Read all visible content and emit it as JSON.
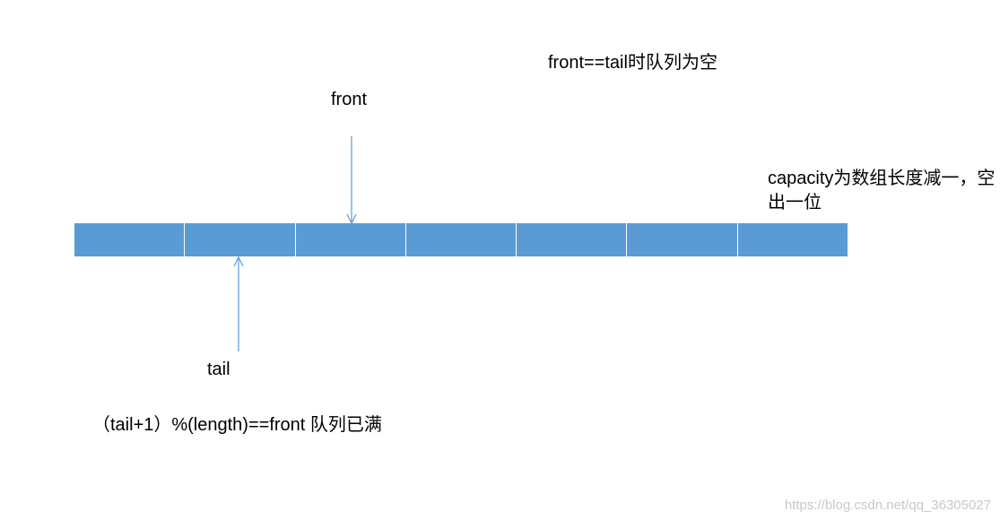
{
  "labels": {
    "empty_condition": "front==tail时队列为空",
    "front": "front",
    "tail": "tail",
    "capacity_note": "capacity为数组长度减一，空出一位",
    "full_condition": "（tail+1）%(length)==front 队列已满"
  },
  "array": {
    "cell_count": 7,
    "front_index": 2,
    "tail_index": 1
  },
  "colors": {
    "cell_fill": "#5b9bd5",
    "arrow": "#5b9bd5"
  },
  "watermark": "https://blog.csdn.net/qq_36305027"
}
